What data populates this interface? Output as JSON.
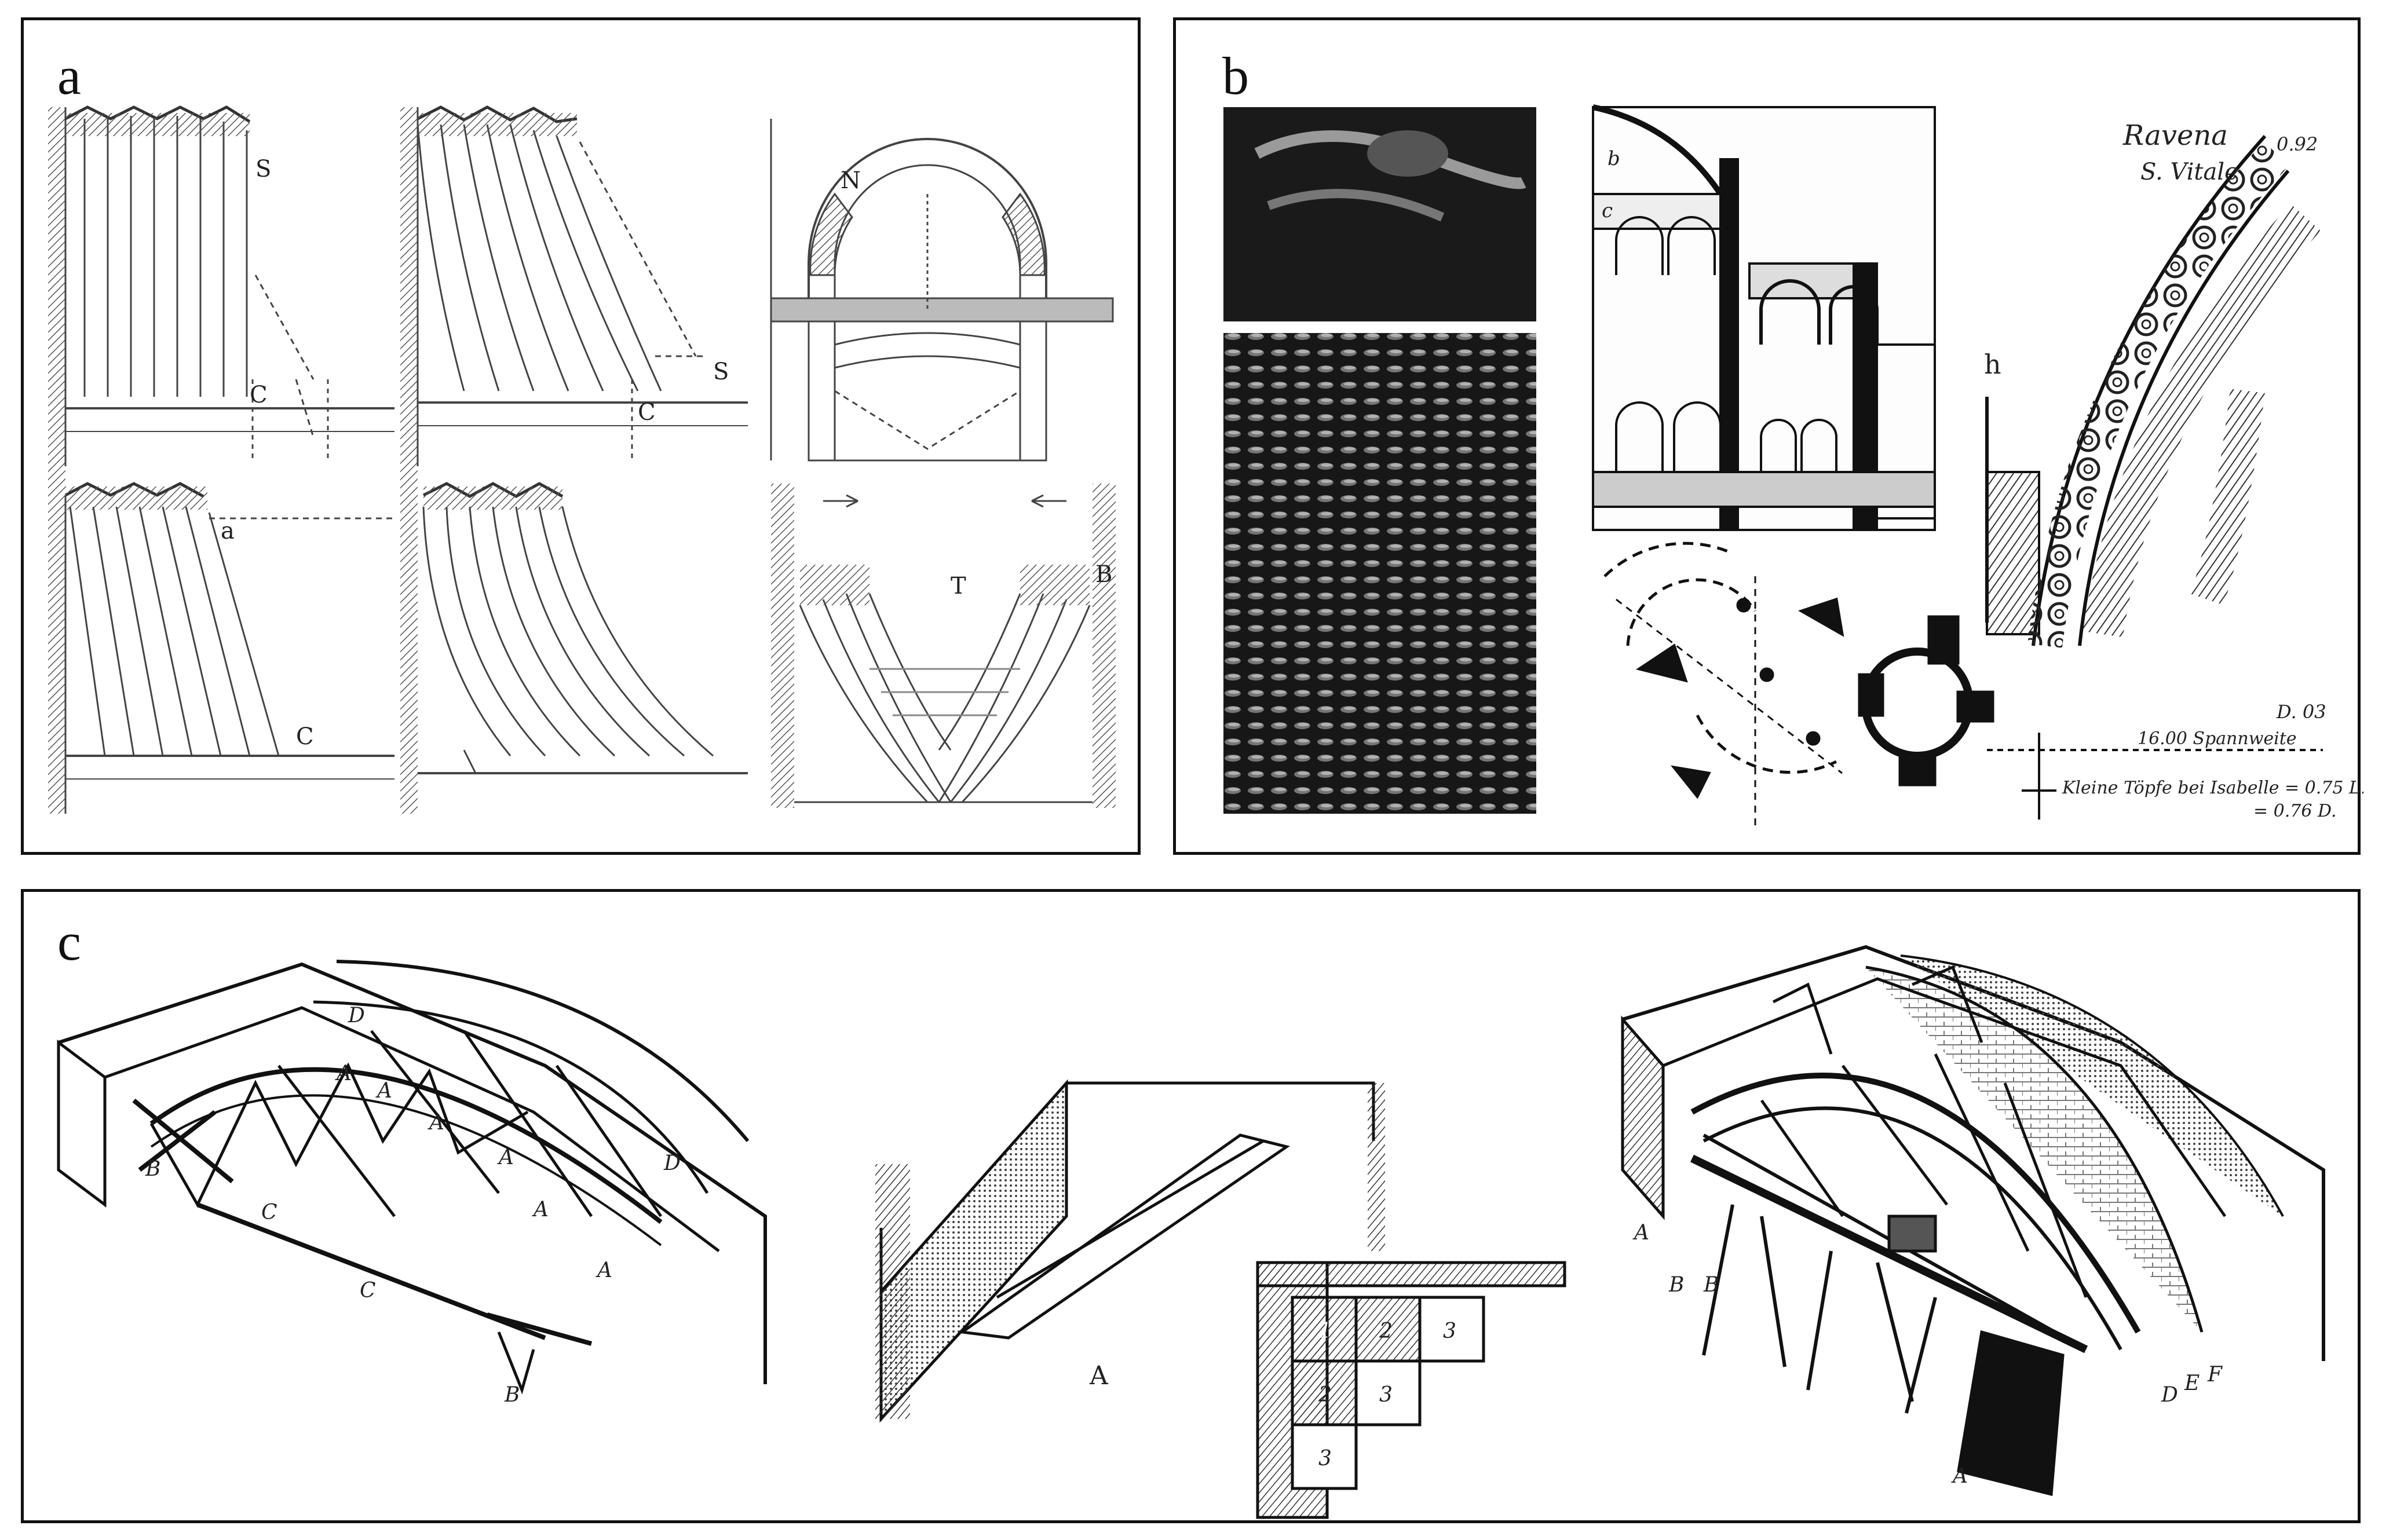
{
  "panels": {
    "a": {
      "letter": "a",
      "labels": {
        "s1": "S",
        "c1": "C",
        "s2": "S",
        "c2": "C",
        "a3": "a",
        "c3": "C",
        "n": "N",
        "t": "T",
        "b": "B"
      }
    },
    "b": {
      "letter": "b",
      "labels": {
        "ravenna": "Ravena",
        "svitale": "S. Vitale",
        "h": "h",
        "dim_top": "0.92",
        "d_sign": "D. 03",
        "spannweite": "16.00 Spannweite",
        "note": "Kleine Töpfe bei Isabelle = 0.75 L.",
        "note2": "= 0.76 D.",
        "b_small": "b",
        "c_small": "c"
      }
    },
    "c": {
      "letter": "c",
      "labels": {
        "d1": "D",
        "a1": "A",
        "a2": "A",
        "a3": "A",
        "a4": "A",
        "a5": "A",
        "a6": "A",
        "b1": "B",
        "b2": "B",
        "c1": "C",
        "c2": "C",
        "d2": "D",
        "a_mid": "A",
        "n1": "1",
        "n2a": "2",
        "n3a": "3",
        "n2b": "2",
        "n3b": "3",
        "n3c": "3",
        "ar1": "A",
        "br1": "B",
        "br2": "B",
        "dr": "D",
        "er": "E",
        "fr": "F",
        "ar2": "A"
      }
    }
  }
}
